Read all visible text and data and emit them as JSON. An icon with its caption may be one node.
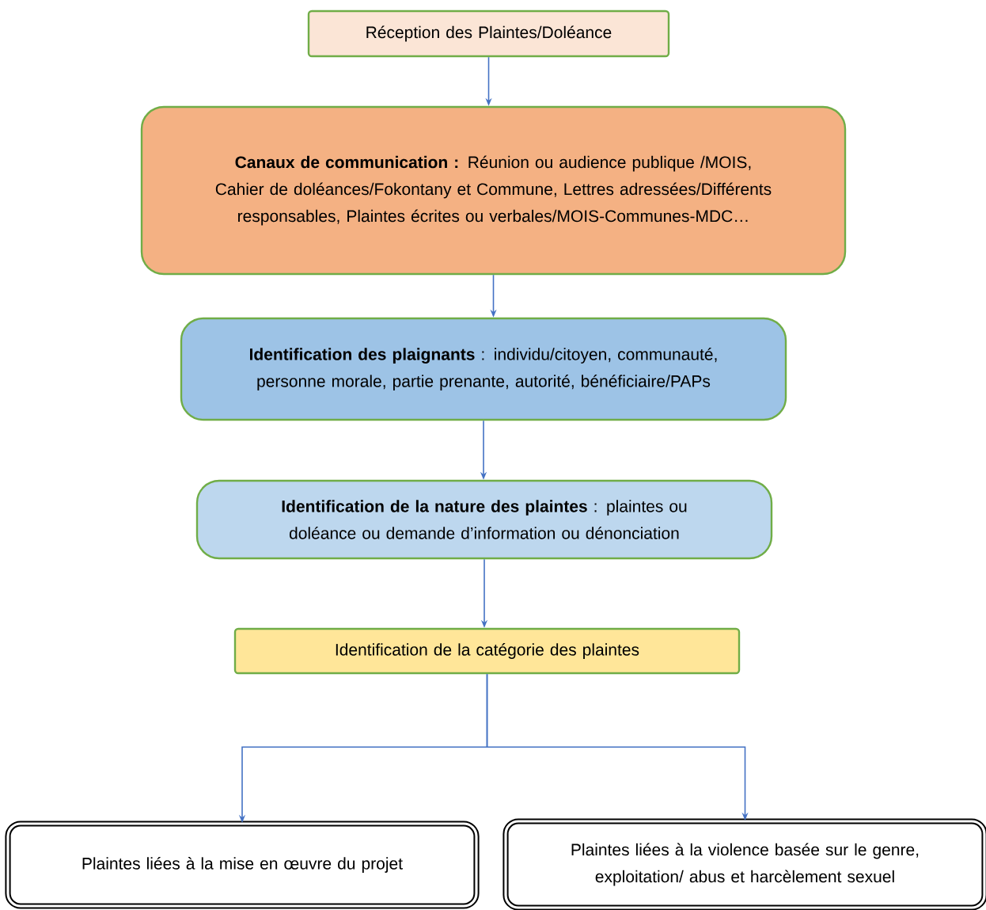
{
  "diagram": {
    "nodes": [
      {
        "text": [
          "Réception des Plaintes/Doléance"
        ]
      },
      {
        "text": [
          "**Canaux de communication :** Réunion ou audience publique /MOIS, Cahier de doléances/Fokontany et Commune, Lettres adressées/Différents responsables, Plaintes écrites ou verbales/MOIS-Communes-MDC…"
        ]
      },
      {
        "text": [
          "**Identification des plaignants** : individu/citoyen, communauté, personne morale, partie prenante, autorité, bénéficiaire/PAPs"
        ]
      },
      {
        "text": [
          "**Identification de la nature des plaintes** : plaintes ou doléance ou demande d’information ou dénonciation"
        ]
      },
      {
        "text": [
          "Identification de la catégorie des plaintes"
        ]
      },
      {
        "text": [
          "Plaintes liées à la mise en œuvre du projet"
        ]
      },
      {
        "text": [
          "Plaintes liées à la violence basée sur le genre, exploitation/ abus et harcèlement sexuel"
        ]
      }
    ],
    "edges": [
      {
        "from": 0,
        "to": 1,
        "arrow": "to"
      },
      {
        "from": 1,
        "to": 2,
        "arrow": "to"
      },
      {
        "from": 2,
        "to": 3,
        "arrow": "to"
      },
      {
        "from": 3,
        "to": 4,
        "arrow": "to"
      },
      {
        "from": 4,
        "to": 5,
        "arrow": "to"
      },
      {
        "from": 4,
        "to": 6,
        "arrow": "to"
      }
    ]
  }
}
